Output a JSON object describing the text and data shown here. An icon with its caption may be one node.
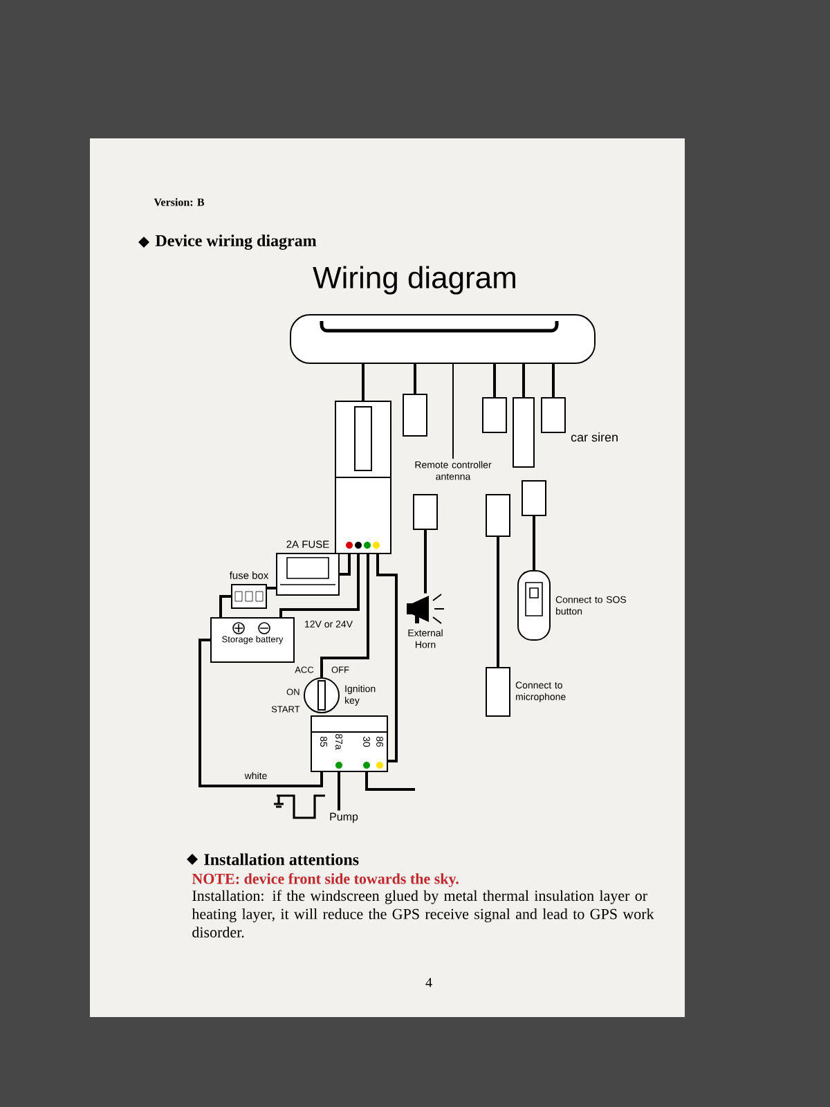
{
  "diagram": {
    "title": "Wiring diagram",
    "nodes": [
      {
        "text": [],
        "shape": "box"
      },
      {
        "text": [],
        "shape": "box"
      },
      {
        "text": [
          "2A FUSE"
        ]
      },
      {
        "text": [
          "fuse box"
        ]
      },
      {
        "text": [
          "Storage battery"
        ]
      },
      {
        "text": [
          "Ignition key"
        ],
        "beside": [
          "ACC",
          "OFF",
          "ON",
          "START"
        ]
      },
      {
        "text": [
          "85",
          "87a",
          "30",
          "86"
        ]
      },
      {
        "text": [
          "Pump"
        ]
      },
      {
        "text": [
          "Remote controller antenna"
        ]
      },
      {
        "text": [],
        "shape": "box"
      },
      {
        "text": [],
        "shape": "box"
      },
      {
        "text": [
          "External Horn"
        ]
      },
      {
        "text": [],
        "shape": "box"
      },
      {
        "text": [],
        "shape": "box"
      },
      {
        "text": [
          "car siren"
        ]
      },
      {
        "text": [],
        "shape": "box"
      },
      {
        "text": [],
        "shape": "box"
      },
      {
        "text": [
          "Connect to SOS button"
        ]
      },
      {
        "text": [
          "Connect to microphone"
        ]
      }
    ],
    "edges": [
      {
        "from": 0,
        "to": 1,
        "arrow": "none"
      },
      {
        "from": 1,
        "to": 2,
        "arrow": "none"
      },
      {
        "from": 2,
        "to": 3,
        "arrow": "none"
      },
      {
        "from": 3,
        "to": 4,
        "arrow": "none"
      },
      {
        "from": 1,
        "to": 4,
        "arrow": "none",
        "label": "12V or 24V"
      },
      {
        "from": 1,
        "to": 5,
        "arrow": "none"
      },
      {
        "from": 1,
        "to": 6,
        "arrow": "none"
      },
      {
        "from": 4,
        "to": 6,
        "arrow": "none",
        "label": "white"
      },
      {
        "from": 6,
        "to": 7,
        "arrow": "none"
      },
      {
        "from": 0,
        "to": 8,
        "arrow": "none"
      },
      {
        "from": 0,
        "to": 9,
        "arrow": "none"
      },
      {
        "from": 10,
        "to": 11,
        "arrow": "none"
      },
      {
        "from": 0,
        "to": 12,
        "arrow": "none"
      },
      {
        "from": 0,
        "to": 13,
        "arrow": "none"
      },
      {
        "from": 0,
        "to": 14,
        "arrow": "none"
      },
      {
        "from": 15,
        "to": 18,
        "arrow": "none"
      },
      {
        "from": 16,
        "to": 17,
        "arrow": "none"
      },
      {
        "from": 6,
        "to": null,
        "arrow": "none"
      }
    ],
    "labels": [
      "Version: B",
      "Device wiring diagram",
      "Installation attentions",
      "NOTE: device front side towards the sky.",
      "Installation: if the windscreen glued by metal thermal insulation layer or heating layer, it will reduce the GPS receive signal and lead to GPS work disorder.",
      "4"
    ]
  }
}
